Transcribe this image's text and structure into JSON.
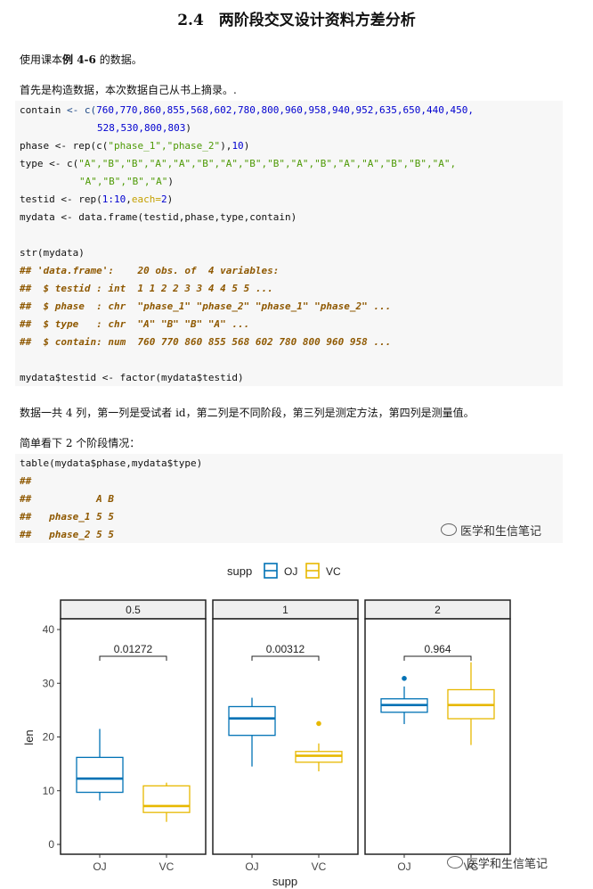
{
  "title": "2.4　两阶段交叉设计资料方差分析",
  "intro": {
    "pre": "使用课本",
    "bold": "例 4-6",
    "post": " 的数据。"
  },
  "intro2": "首先是构造数据，本次数据自己从书上摘录。.",
  "code1": {
    "contain_name": "contain",
    "contain_assign": " <- c(",
    "contain_nums1": "760,770,860,855,568,602,780,800,960,958,940,952,635,650,440,450,",
    "contain_nums2": "528,530,800,803",
    "contain_close": ")",
    "phase_pre": "phase <- rep(c(",
    "phase_strs": "\"phase_1\",\"phase_2\"",
    "phase_mid": "),",
    "phase_num": "10",
    "phase_close": ")",
    "type_pre": "type <- c(",
    "type_strs1": "\"A\",\"B\",\"B\",\"A\",\"A\",\"B\",\"A\",\"B\",\"B\",\"A\",\"B\",\"A\",\"A\",\"B\",\"B\",\"A\",",
    "type_strs2": "\"A\",\"B\",\"B\",\"A\"",
    "type_close": ")",
    "testid_pre": "testid <- rep(",
    "testid_num": "1:10",
    "testid_comma": ",",
    "testid_arg": "each=",
    "testid_num2": "2",
    "testid_close": ")",
    "mydata": "mydata <- data.frame(testid,phase,type,contain)",
    "str": "str(mydata)",
    "out1": "## 'data.frame':    20 obs. of  4 variables:",
    "out2": "##  $ testid : int  1 1 2 2 3 3 4 4 5 5 ...",
    "out3": "##  $ phase  : chr  \"phase_1\" \"phase_2\" \"phase_1\" \"phase_2\" ...",
    "out4": "##  $ type   : chr  \"A\" \"B\" \"B\" \"A\" ...",
    "out5": "##  $ contain: num  760 770 860 855 568 602 780 800 960 958 ...",
    "factor": "mydata$testid <- factor(mydata$testid)"
  },
  "para3": "数据一共 4 列，第一列是受试者 id，第二列是不同阶段，第三列是测定方法，第四列是测量值。",
  "para4": "简单看下 2 个阶段情况：",
  "code2": {
    "table": "table(mydata$phase,mydata$type)",
    "o1": "##",
    "o2": "##           A B",
    "o3": "##   phase_1 5 5",
    "o4": "##   phase_2 5 5"
  },
  "watermark1": "医学和生信笔记",
  "watermark2": "医学和生信笔记",
  "colors": {
    "OJ": "#0072B5",
    "VC": "#E7B800"
  },
  "chart_data": {
    "type": "boxplot",
    "legend_title": "supp",
    "legend_position": "top",
    "xlabel": "supp",
    "ylabel": "len",
    "ylim": [
      -2,
      42
    ],
    "yticks": [
      0,
      10,
      20,
      30,
      40
    ],
    "categories": [
      "OJ",
      "VC"
    ],
    "panels": [
      {
        "label": "0.5",
        "pvalue": "0.01272",
        "boxes": [
          {
            "group": "OJ",
            "min": 8.2,
            "q1": 9.7,
            "median": 12.25,
            "q3": 16.2,
            "max": 21.5,
            "outliers": []
          },
          {
            "group": "VC",
            "min": 4.2,
            "q1": 5.95,
            "median": 7.15,
            "q3": 10.9,
            "max": 11.5,
            "outliers": []
          }
        ]
      },
      {
        "label": "1",
        "pvalue": "0.00312",
        "boxes": [
          {
            "group": "OJ",
            "min": 14.5,
            "q1": 20.3,
            "median": 23.45,
            "q3": 25.65,
            "max": 27.3,
            "outliers": []
          },
          {
            "group": "VC",
            "min": 13.6,
            "q1": 15.3,
            "median": 16.5,
            "q3": 17.3,
            "max": 18.8,
            "outliers": [
              22.5
            ]
          }
        ]
      },
      {
        "label": "2",
        "pvalue": "0.964",
        "boxes": [
          {
            "group": "OJ",
            "min": 22.4,
            "q1": 24.6,
            "median": 25.95,
            "q3": 27.1,
            "max": 29.4,
            "outliers": [
              30.9
            ]
          },
          {
            "group": "VC",
            "min": 18.5,
            "q1": 23.4,
            "median": 25.95,
            "q3": 28.8,
            "max": 33.9,
            "outliers": []
          }
        ]
      }
    ]
  }
}
